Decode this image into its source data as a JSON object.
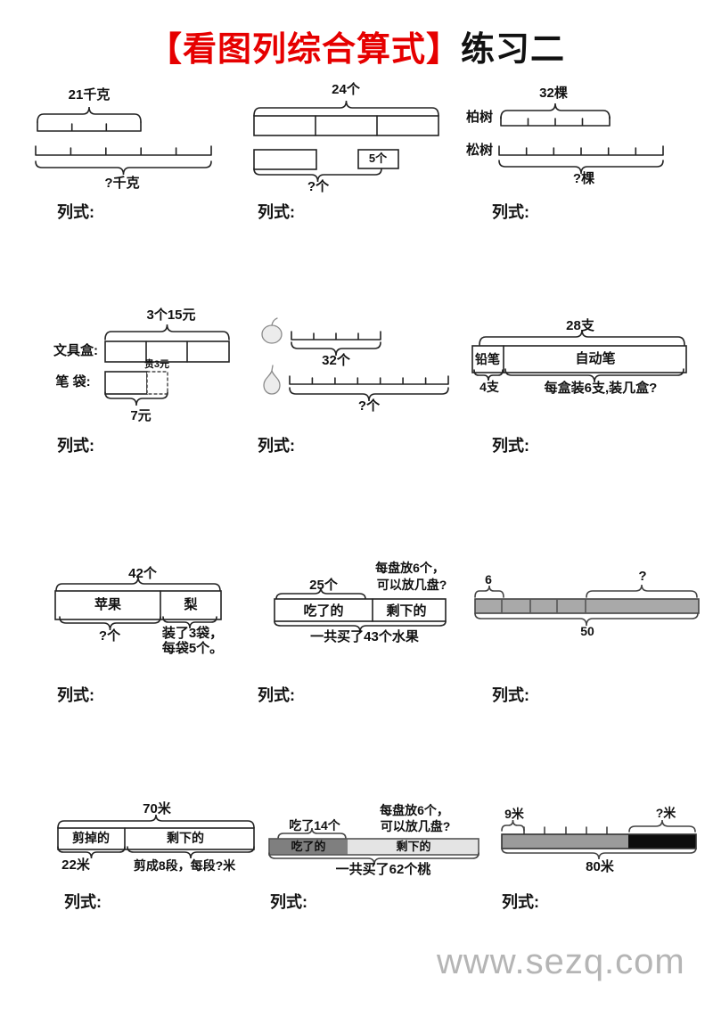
{
  "title": {
    "red": "【看图列综合算式】",
    "black": "练习二"
  },
  "labels": {
    "lieshi": "列式:"
  },
  "watermark": {
    "text": "www.sezq.com"
  },
  "problems": {
    "p1": {
      "top_label": "21千克",
      "bottom_label": "?千克"
    },
    "p2": {
      "total_label": "24个",
      "box_label": "5个",
      "question_label": "?个"
    },
    "p3": {
      "total_label": "32棵",
      "row1_name": "柏树",
      "row2_name": "松树",
      "question_label": "?棵"
    },
    "p4": {
      "top_label": "3个15元",
      "row1_name": "文具盒:",
      "row2_name": "笔 袋:",
      "diff_label": "贵3元",
      "bottom_label": "7元"
    },
    "p5": {
      "row1_total": "32个",
      "question_label": "?个"
    },
    "p6": {
      "total_label": "28支",
      "cell1": "铅笔",
      "cell2": "自动笔",
      "cell1_below": "4支",
      "cell2_below": "每盒装6支,装几盒?"
    },
    "p7": {
      "total_label": "42个",
      "cell1": "苹果",
      "cell2": "梨",
      "question_label": "?个",
      "note_line1": "装了3袋，",
      "note_line2": "每袋5个。"
    },
    "p8": {
      "left_label": "25个",
      "note_line1": "每盘放6个，",
      "note_line2": "可以放几盘?",
      "cell1": "吃了的",
      "cell2": "剩下的",
      "total_label": "一共买了43个水果"
    },
    "p9": {
      "unit_label": "6",
      "question_label": "?",
      "total_label": "50"
    },
    "p10": {
      "total_label": "70米",
      "cell1": "剪掉的",
      "cell2": "剩下的",
      "left_below": "22米",
      "right_below": "剪成8段，每段?米"
    },
    "p11": {
      "left_label": "吃了14个",
      "note_line1": "每盘放6个，",
      "note_line2": "可以放几盘?",
      "cell1": "吃了的",
      "cell2": "剩下的",
      "total_label": "一共买了62个桃"
    },
    "p12": {
      "unit_label": "9米",
      "question_label": "?米",
      "total_label": "80米"
    }
  }
}
